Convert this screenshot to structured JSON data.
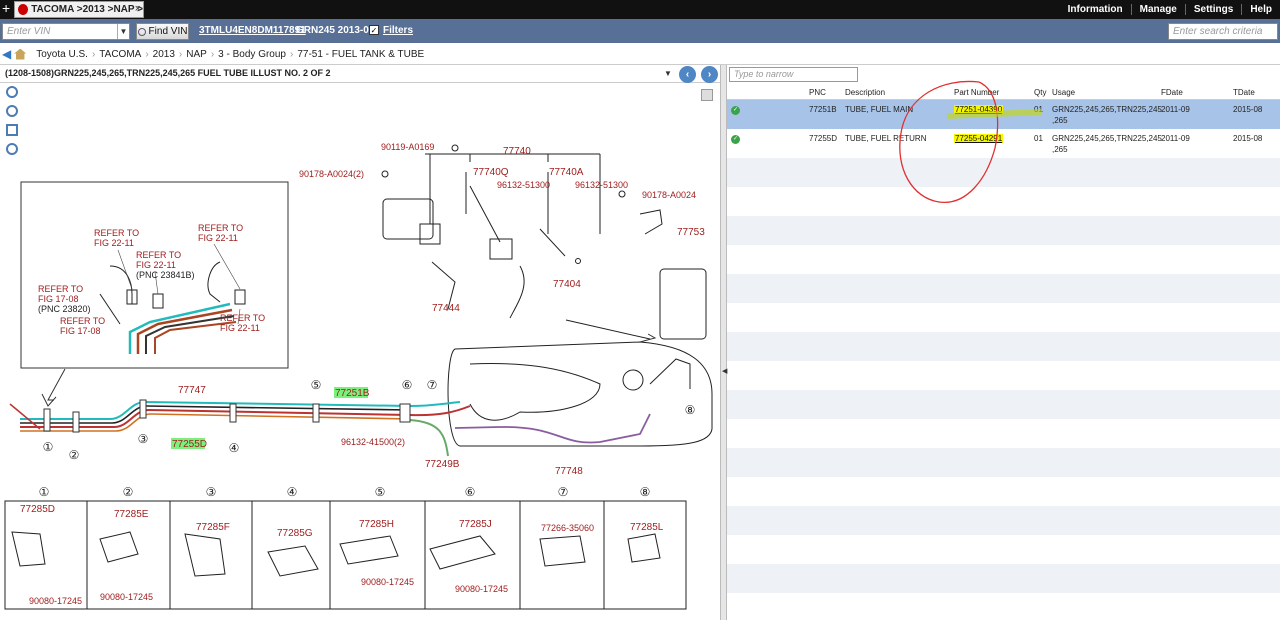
{
  "tab": {
    "label": "TACOMA >2013 >NAP >",
    "close": "×",
    "new_tab": "+"
  },
  "topnav": {
    "items": [
      "Information",
      "Manage",
      "Settings",
      "Help"
    ]
  },
  "vinbar": {
    "vin_placeholder": "Enter VIN",
    "find_vin_label": "Find VIN",
    "vin_link": "3TMLU4EN8DM117891",
    "vin_info": "GRN245 2013-02",
    "filters_checked": "✓",
    "filters_label": "Filters",
    "search_placeholder": "Enter search criteria"
  },
  "breadcrumb": [
    "Toyota U.S.",
    "TACOMA",
    "2013",
    "NAP",
    "3 - Body Group",
    "77-51 - FUEL TANK & TUBE"
  ],
  "illustration": {
    "title": "(1208-1508)GRN225,245,265,TRN225,245,265 FUEL TUBE ILLUST NO. 2 OF 2",
    "narrow_placeholder": "Type to narrow",
    "labels": {
      "l90119": "90119-A0169",
      "l77740": "77740",
      "l90178a": "90178-A0024(2)",
      "l77740q": "77740Q",
      "l77740a": "77740A",
      "l96132a": "96132-51300",
      "l96132b": "96132-51300",
      "l90178b": "90178-A0024",
      "l77753": "77753",
      "l77404": "77404",
      "l77444": "77444",
      "l77747": "77747",
      "l77251b": "77251B",
      "l77255d": "77255D",
      "l96132c": "96132-41500(2)",
      "l77249b": "77249B",
      "l77748": "77748",
      "ref1": "REFER TO",
      "fig1": "FIG 22-11",
      "ref2": "REFER TO",
      "fig2": "FIG 22-11",
      "ref3": "REFER TO",
      "fig3": "FIG 22-11",
      "pnc1": "(PNC 23841B)",
      "ref4": "REFER TO",
      "fig4": "FIG 17-08",
      "pnc2": "(PNC 23820)",
      "ref5": "REFER TO",
      "fig5": "FIG 17-08",
      "ref6": "REFER TO",
      "fig6": "FIG 22-11",
      "n1": "①",
      "n2": "②",
      "n3": "③",
      "n4": "④",
      "n5": "⑤",
      "n6": "⑥",
      "n7": "⑦",
      "n8": "⑧"
    },
    "clips": [
      {
        "num": "①",
        "pnc": "77285D",
        "extra": "90080-17245"
      },
      {
        "num": "②",
        "pnc": "77285E",
        "extra": "90080-17245"
      },
      {
        "num": "③",
        "pnc": "77285F",
        "extra": ""
      },
      {
        "num": "④",
        "pnc": "77285G",
        "extra": ""
      },
      {
        "num": "⑤",
        "pnc": "77285H",
        "extra": "90080-17245"
      },
      {
        "num": "⑥",
        "pnc": "77285J",
        "extra": "90080-17245"
      },
      {
        "num": "⑦",
        "pnc": "77266-35060",
        "extra": ""
      },
      {
        "num": "⑧",
        "pnc": "77285L",
        "extra": ""
      }
    ]
  },
  "table": {
    "headers": {
      "pnc": "PNC",
      "description": "Description",
      "part_number": "Part Number",
      "qty": "Qty",
      "usage": "Usage",
      "fdate": "FDate",
      "tdate": "TDate"
    },
    "rows": [
      {
        "pnc": "77251B",
        "description": "TUBE, FUEL MAIN",
        "part_number": "77251-04390",
        "qty": "01",
        "usage1": "GRN225,245,265,TRN225,245",
        "usage2": ",265",
        "fdate": "2011-09",
        "tdate": "2015-08"
      },
      {
        "pnc": "77255D",
        "description": "TUBE, FUEL RETURN",
        "part_number": "77255-04291",
        "qty": "01",
        "usage1": "GRN225,245,265,TRN225,245",
        "usage2": ",265",
        "fdate": "2011-09",
        "tdate": "2015-08"
      }
    ]
  }
}
